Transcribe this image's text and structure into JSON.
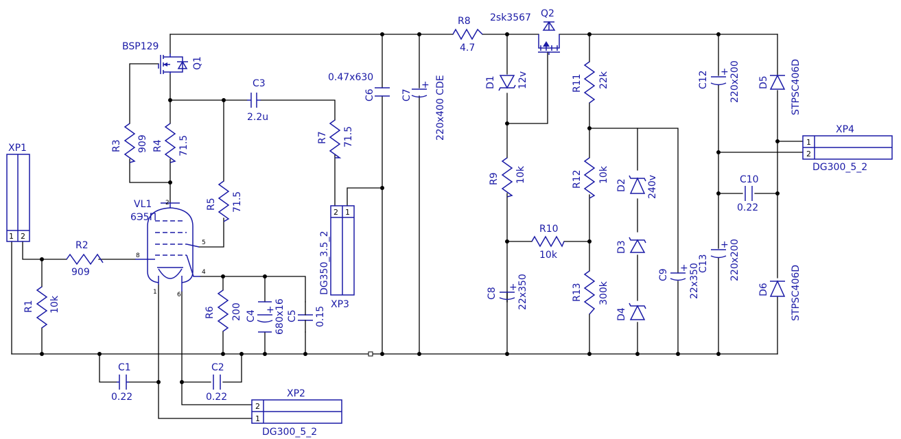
{
  "diagram": {
    "colors": {
      "wire": "#000000",
      "component": "#1a1aa6",
      "background": "#ffffff"
    },
    "components": {
      "q1": {
        "ref": "Q1",
        "value": "BSP129"
      },
      "q2": {
        "ref": "Q2",
        "value": "2sk3567"
      },
      "r1": {
        "ref": "R1",
        "value": "10k"
      },
      "r2": {
        "ref": "R2",
        "value": "909"
      },
      "r3": {
        "ref": "R3",
        "value": "909"
      },
      "r4": {
        "ref": "R4",
        "value": "71.5"
      },
      "r5": {
        "ref": "R5",
        "value": "71.5"
      },
      "r6": {
        "ref": "R6",
        "value": "200"
      },
      "r7": {
        "ref": "R7",
        "value": "71.5"
      },
      "r8": {
        "ref": "R8",
        "value": "4.7"
      },
      "r9": {
        "ref": "R9",
        "value": "10k"
      },
      "r10": {
        "ref": "R10",
        "value": "10k"
      },
      "r11": {
        "ref": "R11",
        "value": "22k"
      },
      "r12": {
        "ref": "R12",
        "value": "10k"
      },
      "r13": {
        "ref": "R13",
        "value": "300k"
      },
      "c1": {
        "ref": "C1",
        "value": "0.22"
      },
      "c2": {
        "ref": "C2",
        "value": "0.22"
      },
      "c3": {
        "ref": "C3",
        "value": "2.2u"
      },
      "c4": {
        "ref": "C4",
        "value": "680x16"
      },
      "c5": {
        "ref": "C5",
        "value": "0.15"
      },
      "c6": {
        "ref": "C6",
        "value": "0.47x630"
      },
      "c7": {
        "ref": "C7",
        "value": "220x400 CDE"
      },
      "c8": {
        "ref": "C8",
        "value": "22x350"
      },
      "c9": {
        "ref": "C9",
        "value": "22x350"
      },
      "c10": {
        "ref": "C10",
        "value": "0.22"
      },
      "c12": {
        "ref": "C12",
        "value": "220x200"
      },
      "c13": {
        "ref": "C13",
        "value": "220x200"
      },
      "d1": {
        "ref": "D1",
        "value": "12v"
      },
      "d2": {
        "ref": "D2",
        "value": "240v"
      },
      "d3": {
        "ref": "D3",
        "value": ""
      },
      "d4": {
        "ref": "D4",
        "value": ""
      },
      "d5": {
        "ref": "D5",
        "value": "STPSC406D"
      },
      "d6": {
        "ref": "D6",
        "value": "STPSC406D"
      },
      "vl1": {
        "ref": "VL1",
        "value": "6Э5П",
        "pins": {
          "p1": "1",
          "p2": "2",
          "p4": "4",
          "p5": "5",
          "p6": "6",
          "p8": "8"
        }
      },
      "xp1": {
        "ref": "XP1",
        "value": "",
        "pins": {
          "p1": "1",
          "p2": "2"
        }
      },
      "xp2": {
        "ref": "XP2",
        "value": "DG300_5_2",
        "pins": {
          "p1": "1",
          "p2": "2"
        }
      },
      "xp3": {
        "ref": "XP3",
        "value": "DG350_3.5_2",
        "pins": {
          "p1": "1",
          "p2": "2"
        }
      },
      "xp4": {
        "ref": "XP4",
        "value": "DG300_5_2",
        "pins": {
          "p1": "1",
          "p2": "2"
        }
      }
    }
  }
}
